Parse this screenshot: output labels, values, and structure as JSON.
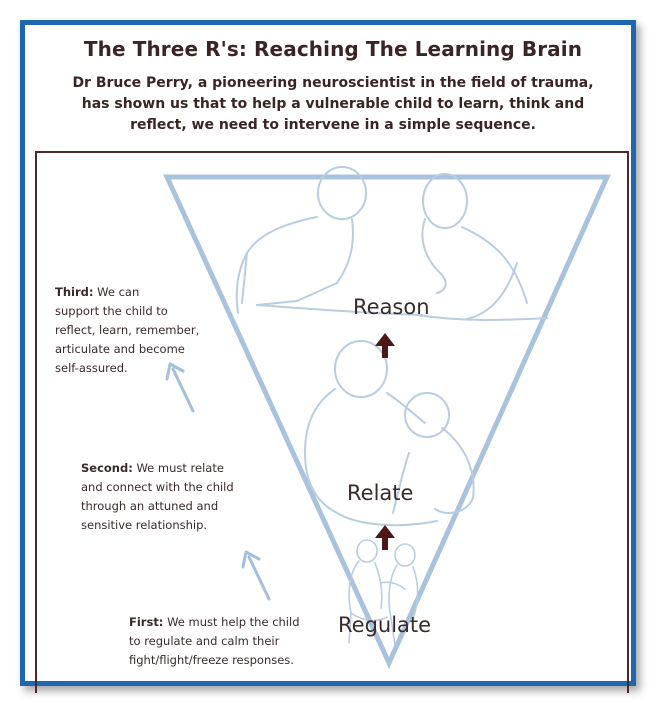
{
  "title": "The Three R's: Reaching The Learning Brain",
  "intro_lines": [
    "Dr Bruce Perry, a pioneering neuroscientist in the field of trauma,",
    "has shown us that to help a vulnerable child to learn, think and",
    "reflect, we need to intervene in a simple sequence."
  ],
  "stages": {
    "reason": "Reason",
    "relate": "Relate",
    "regulate": "Regulate"
  },
  "steps": {
    "third": {
      "lead": "Third:",
      "lines": [
        " We can",
        "support the child to",
        "reflect, learn, remember,",
        "articulate and become",
        "self-assured."
      ]
    },
    "second": {
      "lead": "Second:",
      "lines": [
        " We must relate",
        "and connect with the child",
        "through an attuned and",
        "sensitive relationship."
      ]
    },
    "first": {
      "lead": "First:",
      "lines": [
        " We must help the child",
        "to regulate and calm their",
        "fight/flight/freeze responses."
      ]
    }
  },
  "colors": {
    "frame": "#1f66b0",
    "triangle": "#a9c3dd",
    "figure_stroke": "#b9cde2",
    "side_arrows": "#a3bfdb",
    "inner_arrows": "#4e1818",
    "text": "#3a2a2a"
  },
  "icons": [
    "up-arrow-icon",
    "figure-illustration"
  ]
}
